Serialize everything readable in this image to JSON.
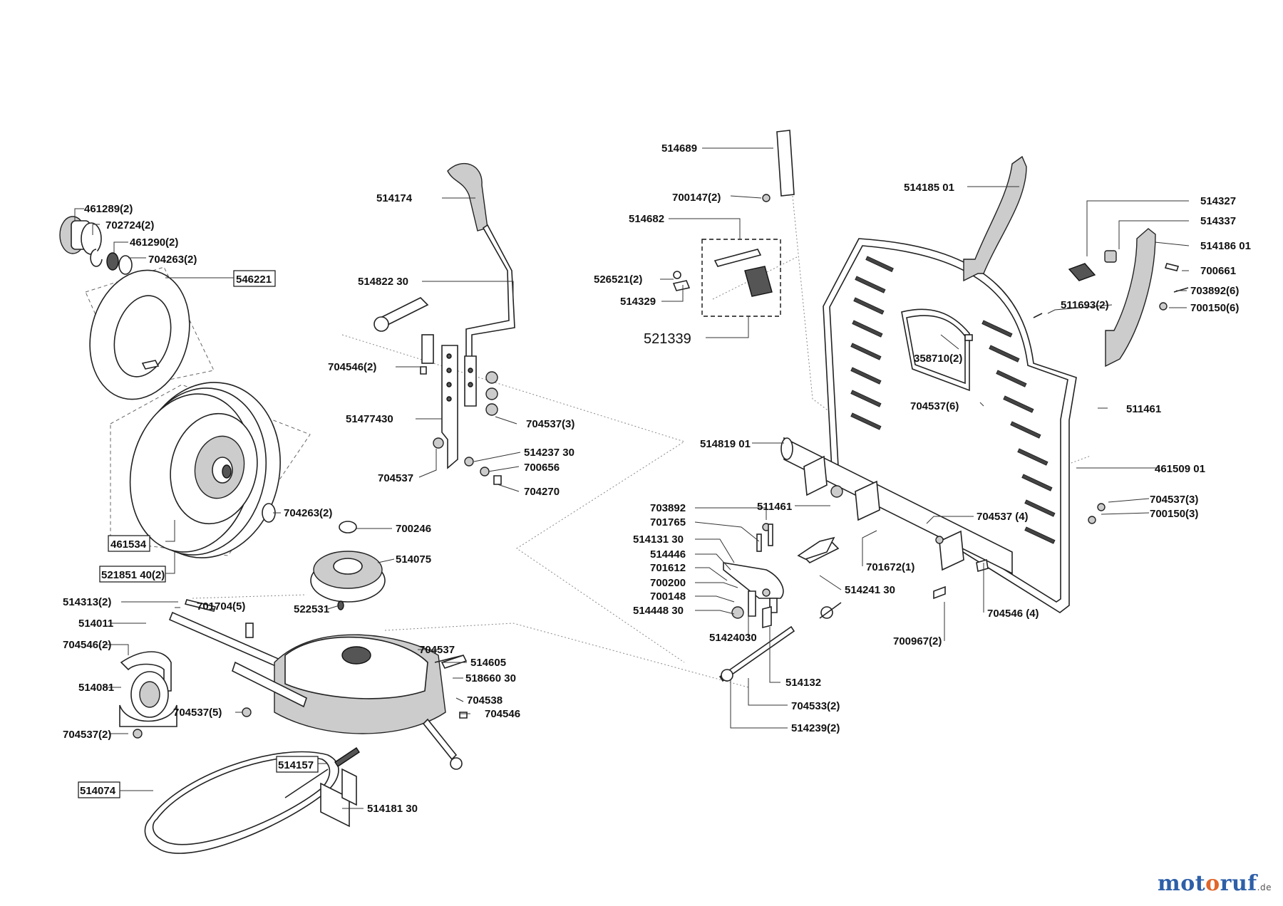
{
  "labels": [
    {
      "id": "l1",
      "text": "461289(2)"
    },
    {
      "id": "l2",
      "text": "702724(2)"
    },
    {
      "id": "l3",
      "text": "461290(2)"
    },
    {
      "id": "l4",
      "text": "704263(2)"
    },
    {
      "id": "l5",
      "text": "546221"
    },
    {
      "id": "l6",
      "text": "461534"
    },
    {
      "id": "l7",
      "text": "704263(2)"
    },
    {
      "id": "l8",
      "text": "521851 40(2)"
    },
    {
      "id": "l9",
      "text": "514174"
    },
    {
      "id": "l10",
      "text": "514822 30"
    },
    {
      "id": "l11",
      "text": "704546(2)"
    },
    {
      "id": "l12",
      "text": "51477430"
    },
    {
      "id": "l13",
      "text": "704537(3)"
    },
    {
      "id": "l14",
      "text": "704537"
    },
    {
      "id": "l15",
      "text": "514237 30"
    },
    {
      "id": "l16",
      "text": "700656"
    },
    {
      "id": "l17",
      "text": "704270"
    },
    {
      "id": "l18",
      "text": "700246"
    },
    {
      "id": "l19",
      "text": "514075"
    },
    {
      "id": "l20",
      "text": "522531"
    },
    {
      "id": "l21",
      "text": "514313(2)"
    },
    {
      "id": "l22",
      "text": "701704(5)"
    },
    {
      "id": "l23",
      "text": "514011"
    },
    {
      "id": "l24",
      "text": "704546(2)"
    },
    {
      "id": "l25",
      "text": "514081"
    },
    {
      "id": "l26",
      "text": "704537(5)"
    },
    {
      "id": "l27",
      "text": "704537(2)"
    },
    {
      "id": "l28",
      "text": "704537"
    },
    {
      "id": "l29",
      "text": "514605"
    },
    {
      "id": "l30",
      "text": "518660 30"
    },
    {
      "id": "l31",
      "text": "704538"
    },
    {
      "id": "l32",
      "text": "704546"
    },
    {
      "id": "l33",
      "text": "514157"
    },
    {
      "id": "l34",
      "text": "514074"
    },
    {
      "id": "l35",
      "text": "514181 30"
    },
    {
      "id": "l36",
      "text": "514689"
    },
    {
      "id": "l37",
      "text": "700147(2)"
    },
    {
      "id": "l38",
      "text": "514682"
    },
    {
      "id": "l39",
      "text": "526521(2)"
    },
    {
      "id": "l40",
      "text": "514329"
    },
    {
      "id": "l41",
      "text": "521339"
    },
    {
      "id": "l42",
      "text": "514185 01"
    },
    {
      "id": "l43",
      "text": "514327"
    },
    {
      "id": "l44",
      "text": "514337"
    },
    {
      "id": "l45",
      "text": "514186 01"
    },
    {
      "id": "l46",
      "text": "700661"
    },
    {
      "id": "l47",
      "text": "703892(6)"
    },
    {
      "id": "l48",
      "text": "700150(6)"
    },
    {
      "id": "l49",
      "text": "511693(2)"
    },
    {
      "id": "l50",
      "text": "358710(2)"
    },
    {
      "id": "l51",
      "text": "704537(6)"
    },
    {
      "id": "l52",
      "text": "511461"
    },
    {
      "id": "l53",
      "text": "514819 01"
    },
    {
      "id": "l54",
      "text": "461509 01"
    },
    {
      "id": "l55",
      "text": "511461"
    },
    {
      "id": "l56",
      "text": "704537(3)"
    },
    {
      "id": "l57",
      "text": "700150(3)"
    },
    {
      "id": "l58",
      "text": "703892"
    },
    {
      "id": "l59",
      "text": "701765"
    },
    {
      "id": "l60",
      "text": "704537 (4)"
    },
    {
      "id": "l61",
      "text": "514131 30"
    },
    {
      "id": "l62",
      "text": "514446"
    },
    {
      "id": "l63",
      "text": "701612"
    },
    {
      "id": "l64",
      "text": "700200"
    },
    {
      "id": "l65",
      "text": "700148"
    },
    {
      "id": "l66",
      "text": "514448 30"
    },
    {
      "id": "l67",
      "text": "701672(1)"
    },
    {
      "id": "l68",
      "text": "514241 30"
    },
    {
      "id": "l69",
      "text": "704546 (4)"
    },
    {
      "id": "l70",
      "text": "700967(2)"
    },
    {
      "id": "l71",
      "text": "51424030"
    },
    {
      "id": "l72",
      "text": "514132"
    },
    {
      "id": "l73",
      "text": "704533(2)"
    },
    {
      "id": "l74",
      "text": "514239(2)"
    }
  ],
  "brand": {
    "p1": "mot",
    "p2": "o",
    "p3": "ruf",
    "p4": ".de"
  }
}
